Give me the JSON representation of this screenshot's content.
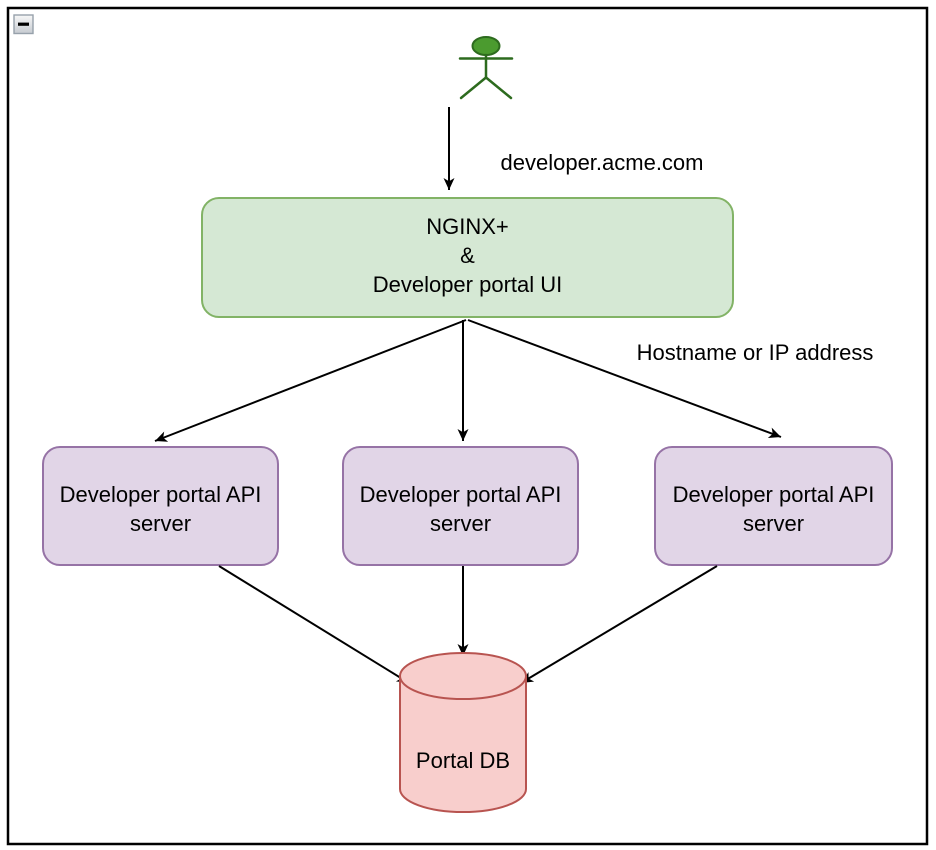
{
  "controls": {
    "collapse_button_glyph": "-"
  },
  "edge_labels": {
    "domain": "developer.acme.com",
    "routing": "Hostname or IP address"
  },
  "nodes": {
    "actor": {
      "role": "user-actor"
    },
    "gateway": {
      "lines": [
        "NGINX+",
        "&",
        "Developer portal UI"
      ]
    },
    "api_servers": [
      {
        "lines": [
          "Developer portal API",
          "server"
        ]
      },
      {
        "lines": [
          "Developer portal API",
          "server"
        ]
      },
      {
        "lines": [
          "Developer portal API",
          "server"
        ]
      }
    ],
    "database": {
      "label": "Portal DB"
    }
  },
  "colors": {
    "gateway_fill": "#d5e8d4",
    "gateway_stroke": "#82b366",
    "api_fill": "#e1d5e7",
    "api_stroke": "#9673a6",
    "db_fill": "#f8cecc",
    "db_stroke": "#b85450",
    "actor_head_fill": "#4b9b2f",
    "actor_stroke": "#2d6b1e",
    "edge_color": "#000000",
    "frame_color": "#000000"
  }
}
